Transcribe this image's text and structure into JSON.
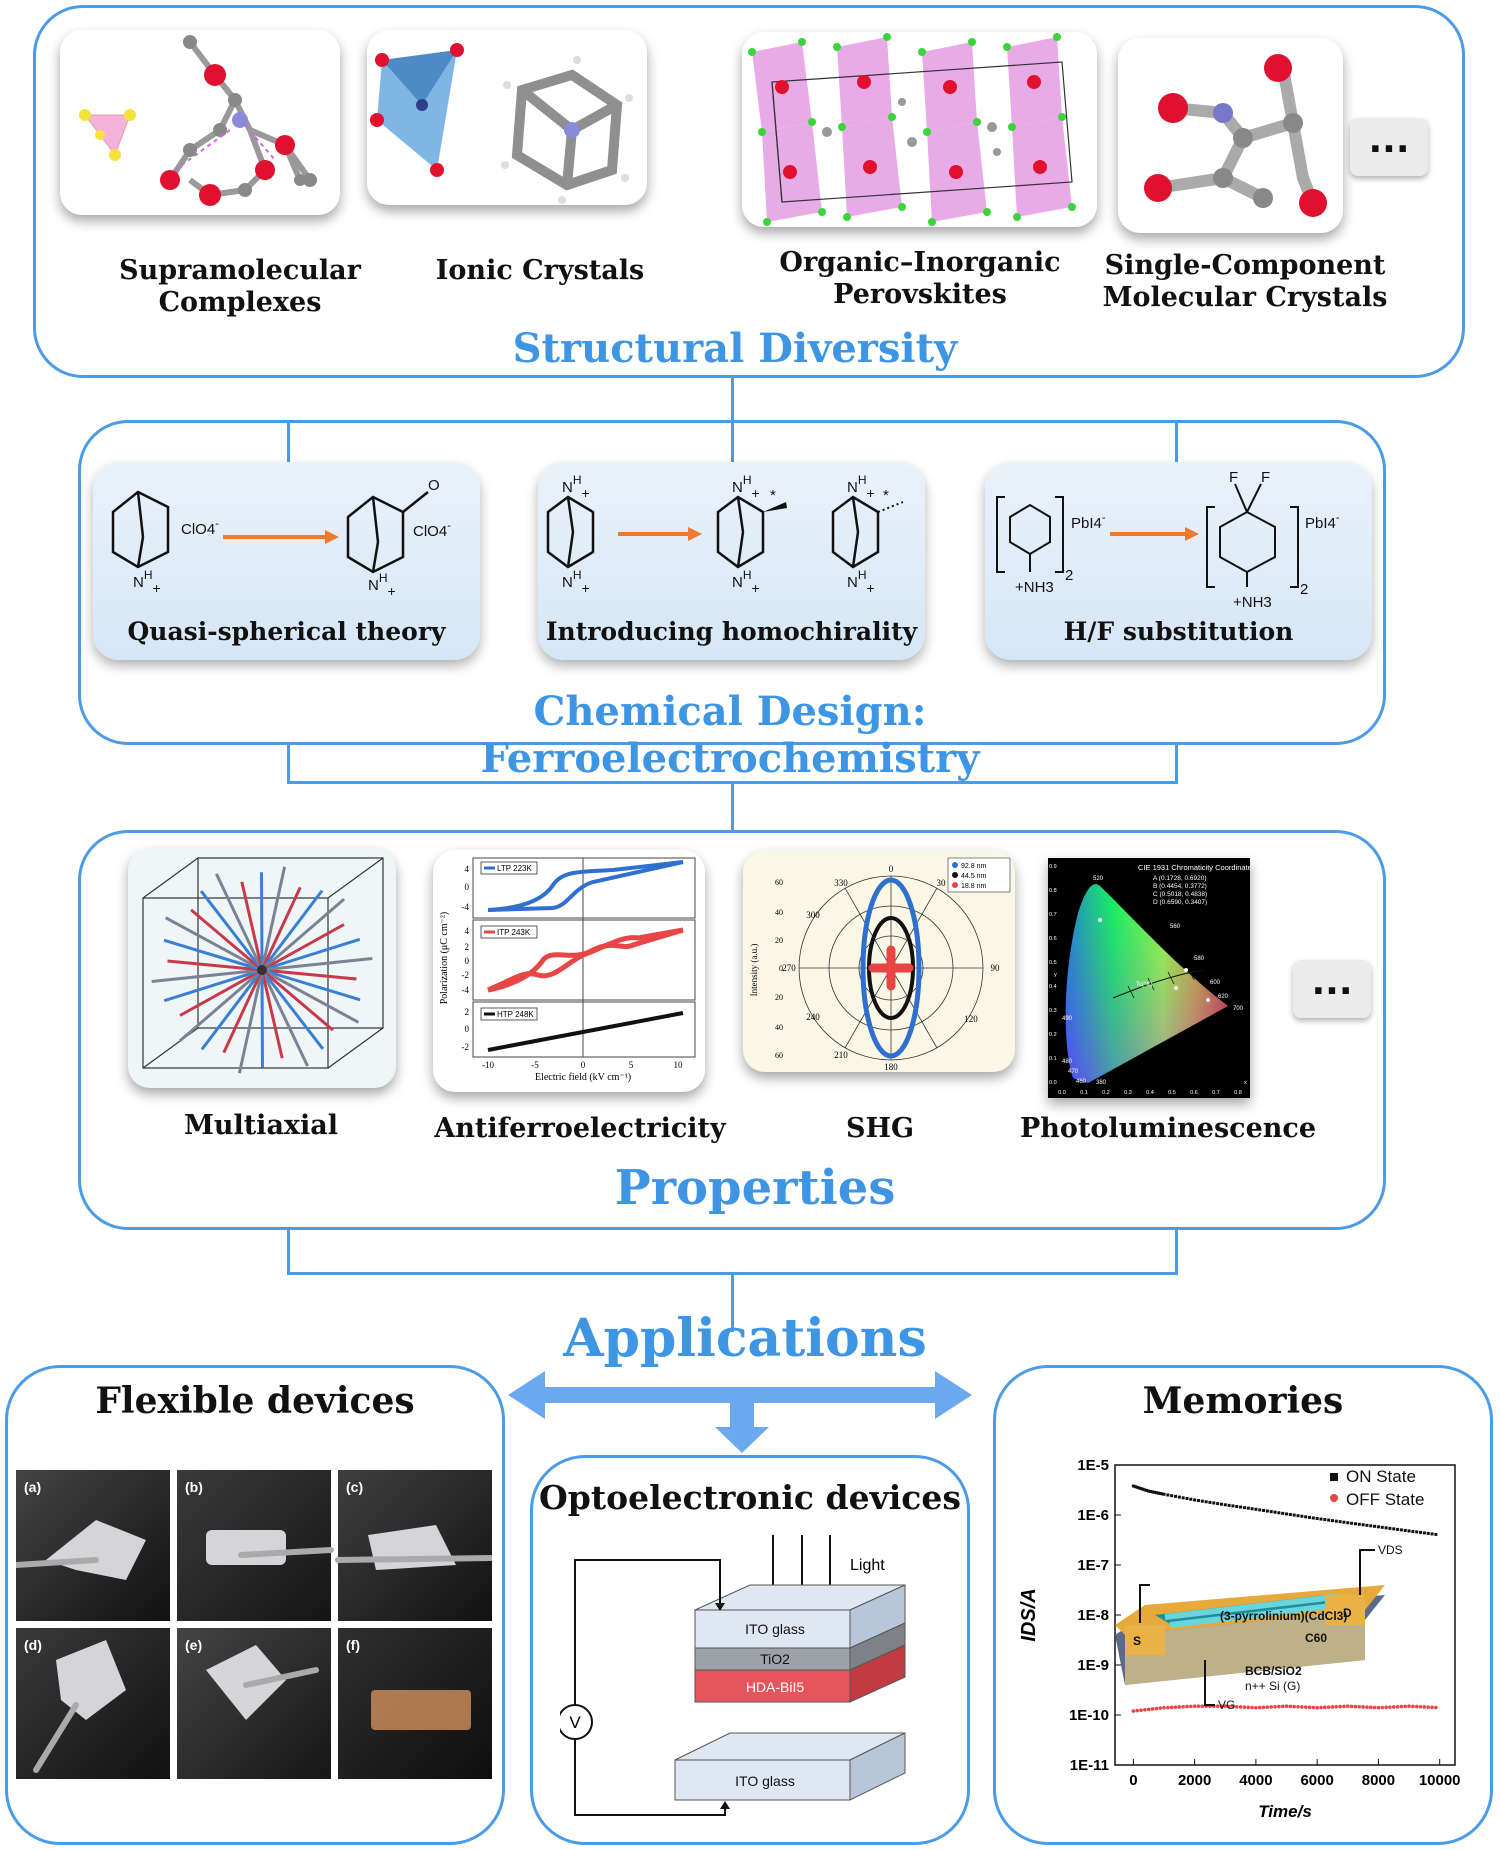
{
  "structural": {
    "title": "Structural Diversity",
    "items": [
      {
        "label_line1": "Supramolecular",
        "label_line2": "Complexes"
      },
      {
        "label_line1": "Ionic Crystals",
        "label_line2": ""
      },
      {
        "label_line1": "Organic–Inorganic",
        "label_line2": "Perovskites"
      },
      {
        "label_line1": "Single-Component",
        "label_line2": "Molecular Crystals"
      }
    ],
    "more": "..."
  },
  "design": {
    "title": "Chemical Design: Ferroelectrochemistry",
    "items": [
      {
        "label": "Quasi-spherical theory",
        "anion": "ClO4",
        "charge": "-",
        "oxygen": "O",
        "nh": "N",
        "h": "H"
      },
      {
        "label": "Introducing homochirality",
        "chiral_mark": "*"
      },
      {
        "label": "H/F substitution",
        "anion": "PbI4",
        "amine": "NH3",
        "fluorine": "F",
        "subscript": "2"
      }
    ]
  },
  "properties": {
    "title": "Properties",
    "items": [
      {
        "label": "Multiaxial"
      },
      {
        "label": "Antiferroelectricity"
      },
      {
        "label": "SHG"
      },
      {
        "label": "Photoluminescence"
      }
    ],
    "more": "...",
    "afe_chart": {
      "ylabel": "Polarization (μC cm⁻²)",
      "xlabel": "Electric field (kV cm⁻¹)",
      "xticks": [
        "-10",
        "-5",
        "0",
        "5",
        "10"
      ],
      "panels": [
        {
          "legend": "LTP 223K",
          "color": "#2e6fd0",
          "yticks": [
            "4",
            "0",
            "-4"
          ]
        },
        {
          "legend": "ITP 243K",
          "color": "#e84545",
          "yticks": [
            "4",
            "2",
            "0",
            "-2",
            "-4"
          ]
        },
        {
          "legend": "HTP 248K",
          "color": "#111111",
          "yticks": [
            "2",
            "0",
            "-2"
          ]
        }
      ]
    },
    "shg_chart": {
      "ylabel": "Intensity (a.u.)",
      "angles": [
        "0",
        "30",
        "90",
        "120",
        "180",
        "210",
        "240",
        "270",
        "300",
        "330"
      ],
      "rticks": [
        "60",
        "40",
        "20",
        "0",
        "20",
        "40",
        "60"
      ],
      "legend": [
        {
          "name": "92.8 nm",
          "color": "#2e6fd0"
        },
        {
          "name": "44.5 nm",
          "color": "#111111"
        },
        {
          "name": "18.8 nm",
          "color": "#e84545"
        }
      ]
    },
    "cie_chart": {
      "title": "CIE 1931 Chromaticity Coordinates",
      "coords": [
        "A (0.1728, 0.6920)",
        "B (0.4454, 0.3772)",
        "C (0.5018, 0.4838)",
        "D (0.6590, 0.3407)"
      ],
      "wavelengths": [
        "520",
        "560",
        "580",
        "600",
        "620",
        "700",
        "490",
        "480",
        "470",
        "460",
        "380"
      ],
      "xticks": [
        "0.0",
        "0.1",
        "0.2",
        "0.3",
        "0.4",
        "0.5",
        "0.6",
        "0.7",
        "0.8"
      ],
      "yticks": [
        "0.9",
        "0.8",
        "0.7",
        "0.6",
        "0.5",
        "0.4",
        "0.3",
        "0.2",
        "0.1",
        "0.0"
      ],
      "tc_label": "Tc(°K)",
      "xlabel": "x",
      "ylabel": "y"
    }
  },
  "applications": {
    "title": "Applications",
    "flexible": {
      "title": "Flexible devices",
      "panels": [
        "(a)",
        "(b)",
        "(c)",
        "(d)",
        "(e)",
        "(f)"
      ]
    },
    "opto": {
      "title": "Optoelectronic devices",
      "light": "Light",
      "voltmeter": "V",
      "layers": [
        "ITO glass",
        "TiO2",
        "HDA-BiI5",
        "ITO glass"
      ]
    },
    "memories": {
      "title": "Memories",
      "ylabel": "IDS/A",
      "xlabel": "Time/s",
      "yticks": [
        "1E-5",
        "1E-6",
        "1E-7",
        "1E-8",
        "1E-9",
        "1E-10",
        "1E-11"
      ],
      "xticks": [
        "0",
        "2000",
        "4000",
        "6000",
        "8000",
        "10000"
      ],
      "legend_on": "ON State",
      "legend_off": "OFF State",
      "device_labels": {
        "vds": "VDS",
        "vg": "VG",
        "s": "S",
        "d": "D",
        "channel": "(3-pyrrolinium)(CdCl3)",
        "c60": "C60",
        "dielectric": "BCB/SiO2",
        "gate": "n++ Si (G)"
      }
    }
  },
  "chart_data": {
    "type": "scatter",
    "title": "",
    "xlabel": "Time/s",
    "ylabel": "IDS/A",
    "xlim": [
      -600,
      10500
    ],
    "ylim_log10": [
      -11,
      -5
    ],
    "series": [
      {
        "name": "ON State",
        "x": [
          0,
          500,
          1000,
          2000,
          3000,
          4000,
          5000,
          6000,
          7000,
          8000,
          9000,
          10000
        ],
        "y": [
          3.8e-06,
          3e-06,
          2.6e-06,
          2e-06,
          1.6e-06,
          1.3e-06,
          1.05e-06,
          8.5e-07,
          7e-07,
          5.8e-07,
          4.8e-07,
          4e-07
        ]
      },
      {
        "name": "OFF State",
        "x": [
          0,
          1000,
          2000,
          3000,
          4000,
          5000,
          6000,
          7000,
          8000,
          9000,
          10000
        ],
        "y": [
          1.2e-10,
          1.4e-10,
          1.5e-10,
          1.5e-10,
          1.4e-10,
          1.5e-10,
          1.4e-10,
          1.5e-10,
          1.4e-10,
          1.5e-10,
          1.4e-10
        ]
      }
    ]
  },
  "colors": {
    "accent": "#3d95e3",
    "frame": "#4a9be8"
  }
}
